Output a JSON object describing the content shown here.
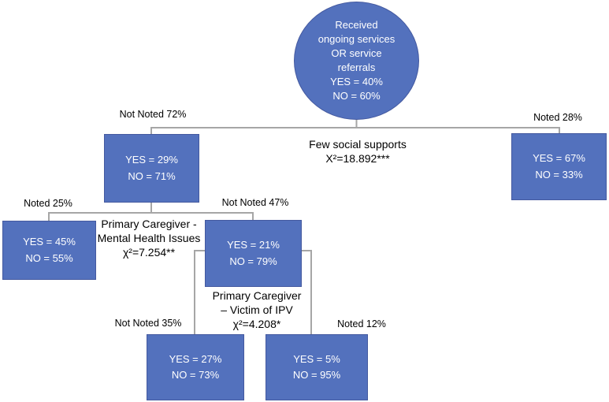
{
  "tree": {
    "root": {
      "text": "Received\nongoing services\nOR service\nreferrals\nYES = 40%\nNO = 60%"
    },
    "level1": {
      "left_branch_label": "Not Noted 72%",
      "right_branch_label": "Noted 28%",
      "split_label": "Few social supports\nX²=18.892***",
      "left_node": "YES = 29%\nNO = 71%",
      "right_node": "YES = 67%\nNO = 33%"
    },
    "level2": {
      "left_branch_label": "Noted 25%",
      "right_branch_label": "Not Noted 47%",
      "split_label": "Primary Caregiver -\nMental Health Issues\nχ²=7.254**",
      "left_node": "YES = 45%\nNO = 55%",
      "right_node": "YES = 21%\nNO = 79%"
    },
    "level3": {
      "left_branch_label": "Not Noted 35%",
      "right_branch_label": "Noted 12%",
      "split_label": "Primary Caregiver\n– Victim of IPV\nχ²=4.208*",
      "left_node": "YES = 27%\nNO = 73%",
      "right_node": "YES = 5%\nNO = 95%"
    }
  },
  "colors": {
    "node_fill": "#5371BD",
    "node_border": "#44599F",
    "connector": "#A6A6A6",
    "node_text": "#FFFFFF",
    "label_text": "#000000",
    "background": "#FFFFFF"
  }
}
